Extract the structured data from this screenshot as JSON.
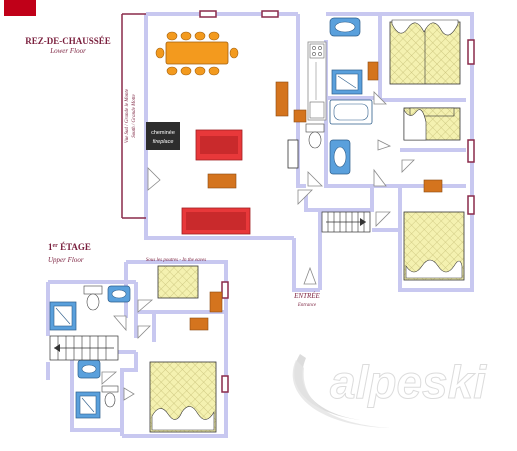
{
  "floors": {
    "lower": {
      "title": "REZ-DE-CHAUSSÉE",
      "subtitle": "Lower Floor"
    },
    "upper": {
      "title_main": "1",
      "title_sup": "er",
      "title_rest": " ÉTAGE",
      "subtitle": "Upper Floor"
    }
  },
  "labels": {
    "fireplace_fr": "cheminée",
    "fireplace_en": "fireplace",
    "view_fr": "Vue Sud / Grande le Monte",
    "view_en": "South / Grande Motte",
    "eaves": "Sous les poutres - In the eaves",
    "entrance_fr": "ENTRÉE",
    "entrance_en": "Entrance"
  },
  "logo": {
    "text": "alpeski"
  },
  "colors": {
    "wall": "#c8c8f0",
    "table": "#f39a1e",
    "sofa": "#e8383a",
    "bath": "#5aa0dc",
    "bed": "#f2f0a8",
    "cabinet": "#d4741e",
    "accent": "#c00018",
    "window": "#8a2a4a"
  }
}
